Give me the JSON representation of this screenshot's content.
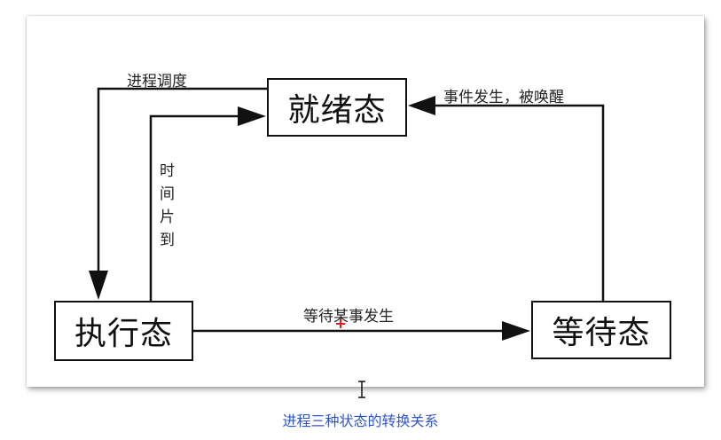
{
  "states": {
    "ready": "就绪态",
    "running": "执行态",
    "waiting": "等待态"
  },
  "transitions": {
    "schedule": "进程调度",
    "timeslice": "时间片到",
    "wait_event": "等待某事发生",
    "event_occurs": "事件发生，被唤醒"
  },
  "caption": "进程三种状态的转换关系",
  "colors": {
    "line": "#111111",
    "caption": "#2f55c8",
    "marker": "#e02020"
  },
  "icons": {
    "cursor": "text-cursor-icon",
    "marker": "red-cross-marker-icon"
  }
}
